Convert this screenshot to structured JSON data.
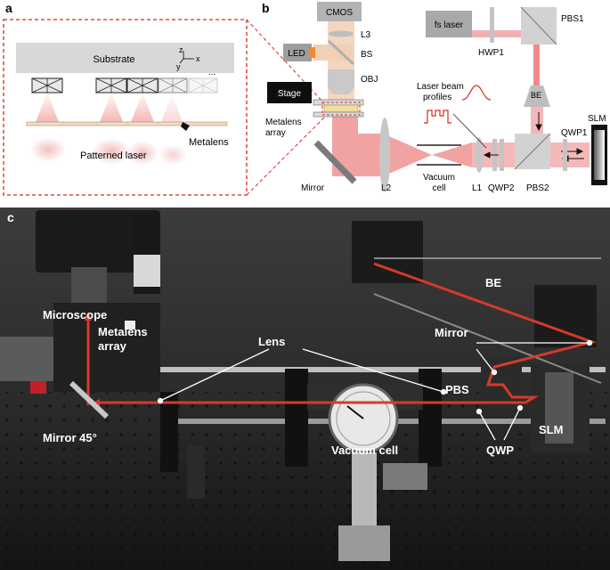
{
  "panels": {
    "a": {
      "letter": "a",
      "substrate": "Substrate",
      "axis_z": "z",
      "axis_y": "y",
      "axis_x": "x",
      "ellipsis": "...",
      "metalens": "Metalens",
      "patterned_laser": "Patterned laser"
    },
    "b": {
      "letter": "b",
      "cmos": "CMOS",
      "l3": "L3",
      "led": "LED",
      "bs": "BS",
      "obj": "OBJ",
      "stage": "Stage",
      "metalens_array": [
        "Metalens",
        "array"
      ],
      "mirror": "Mirror",
      "l2": "L2",
      "vacuum_cell": [
        "Vacuum",
        "cell"
      ],
      "l1": "L1",
      "qwp2": "QWP2",
      "pbs2": "PBS2",
      "fs_laser": "fs laser",
      "hwp1": "HWP1",
      "pbs1": "PBS1",
      "be": "BE",
      "laser_beam_profiles": [
        "Laser beam",
        "profiles"
      ],
      "qwp1": "QWP1",
      "slm": "SLM"
    },
    "c": {
      "letter": "c",
      "microscope": "Microscope",
      "metalens_array": [
        "Metalens",
        "array"
      ],
      "lens": "Lens",
      "mirror": "Mirror",
      "be": "BE",
      "pbs": "PBS",
      "slm": "SLM",
      "qwp": "QWP",
      "vacuum_cell": "Vacuum cell",
      "mirror45": "Mirror 45°"
    }
  },
  "colors": {
    "beam": "#f0a9a9",
    "beam_dark": "#d63a2a",
    "frame_red": "#d62b1f",
    "optic_gray": "#a9a9a9",
    "photo_bg": "#262626"
  }
}
